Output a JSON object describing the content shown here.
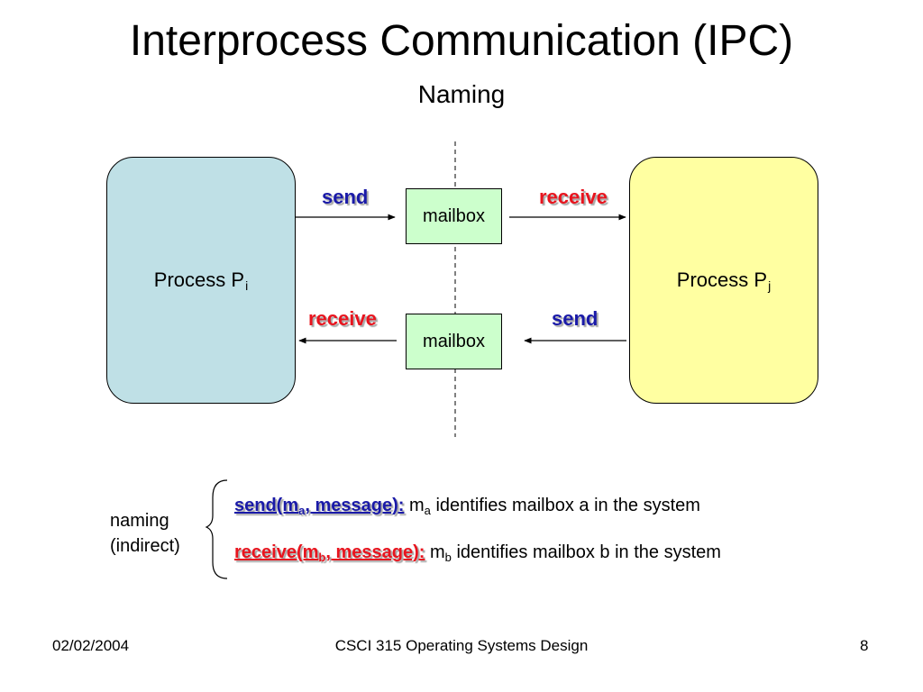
{
  "slide": {
    "title": "Interprocess Communication (IPC)",
    "subtitle": "Naming"
  },
  "diagram": {
    "process_left": {
      "label": "Process P",
      "subscript": "i"
    },
    "process_right": {
      "label": "Process P",
      "subscript": "j"
    },
    "mailbox_top": "mailbox",
    "mailbox_bottom": "mailbox",
    "top_left_arrow_label": "send",
    "top_right_arrow_label": "receive",
    "bottom_left_arrow_label": "receive",
    "bottom_right_arrow_label": "send",
    "colors": {
      "process_left_fill": "#bfe0e6",
      "process_right_fill": "#ffffa1",
      "mailbox_fill": "#ccffcc",
      "send_color": "#1a1aa8",
      "receive_color": "#e8141e"
    }
  },
  "naming": {
    "label_line1": "naming",
    "label_line2": "(indirect)",
    "send": {
      "call_prefix": "send(m",
      "call_sub": "a",
      "call_suffix": ", message):",
      "var": "m",
      "var_sub": "a",
      "description": "identifies mailbox a in the system"
    },
    "receive": {
      "call_prefix": "receive(m",
      "call_sub": "b",
      "call_suffix": ", message):",
      "var": "m",
      "var_sub": "b",
      "description": "identifies mailbox b in the system"
    }
  },
  "footer": {
    "date": "02/02/2004",
    "course": "CSCI 315 Operating Systems Design",
    "page": "8"
  }
}
